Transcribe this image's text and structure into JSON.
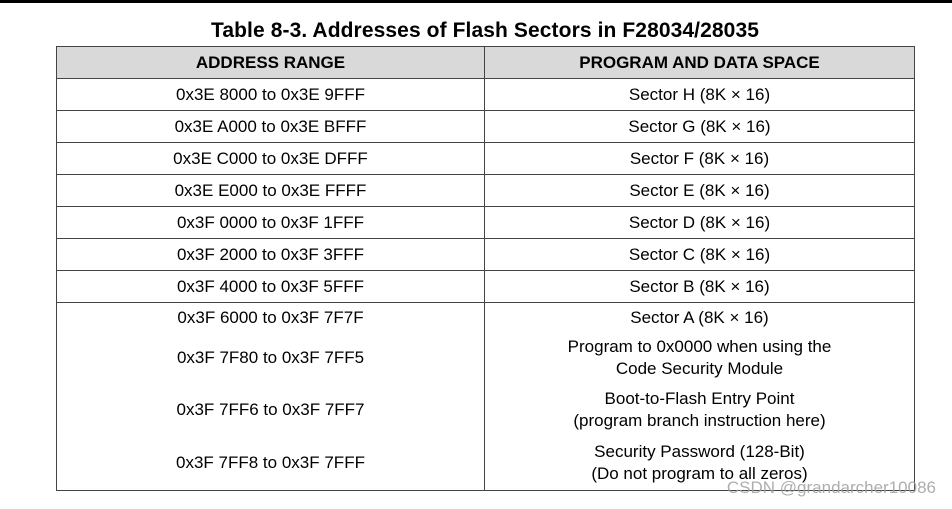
{
  "title": "Table 8-3. Addresses of Flash Sectors in F28034/28035",
  "table": {
    "headers": [
      "ADDRESS RANGE",
      "PROGRAM AND DATA SPACE"
    ],
    "rows": [
      {
        "address": "0x3E 8000 to 0x3E 9FFF",
        "space": [
          "Sector H (8K × 16)"
        ]
      },
      {
        "address": "0x3E A000 to 0x3E BFFF",
        "space": [
          "Sector G (8K × 16)"
        ]
      },
      {
        "address": "0x3E C000 to 0x3E DFFF",
        "space": [
          "Sector F (8K × 16)"
        ]
      },
      {
        "address": "0x3E E000 to 0x3E FFFF",
        "space": [
          "Sector E (8K × 16)"
        ]
      },
      {
        "address": "0x3F 0000 to 0x3F 1FFF",
        "space": [
          "Sector D (8K × 16)"
        ]
      },
      {
        "address": "0x3F 2000 to 0x3F 3FFF",
        "space": [
          "Sector C (8K × 16)"
        ]
      },
      {
        "address": "0x3F 4000 to 0x3F 5FFF",
        "space": [
          "Sector B (8K × 16)"
        ]
      },
      {
        "address": "0x3F 6000 to 0x3F 7F7F",
        "space": [
          "Sector A (8K × 16)"
        ]
      },
      {
        "address": "0x3F 7F80 to 0x3F 7FF5",
        "space": [
          "Program to 0x0000 when using the",
          "Code Security Module"
        ]
      },
      {
        "address": "0x3F 7FF6 to 0x3F 7FF7",
        "space": [
          "Boot-to-Flash Entry Point",
          "(program branch instruction here)"
        ]
      },
      {
        "address": "0x3F 7FF8 to 0x3F 7FFF",
        "space": [
          "Security Password (128-Bit)",
          "(Do not program to all zeros)"
        ]
      }
    ]
  },
  "watermark": "CSDN @grandarcher10086"
}
